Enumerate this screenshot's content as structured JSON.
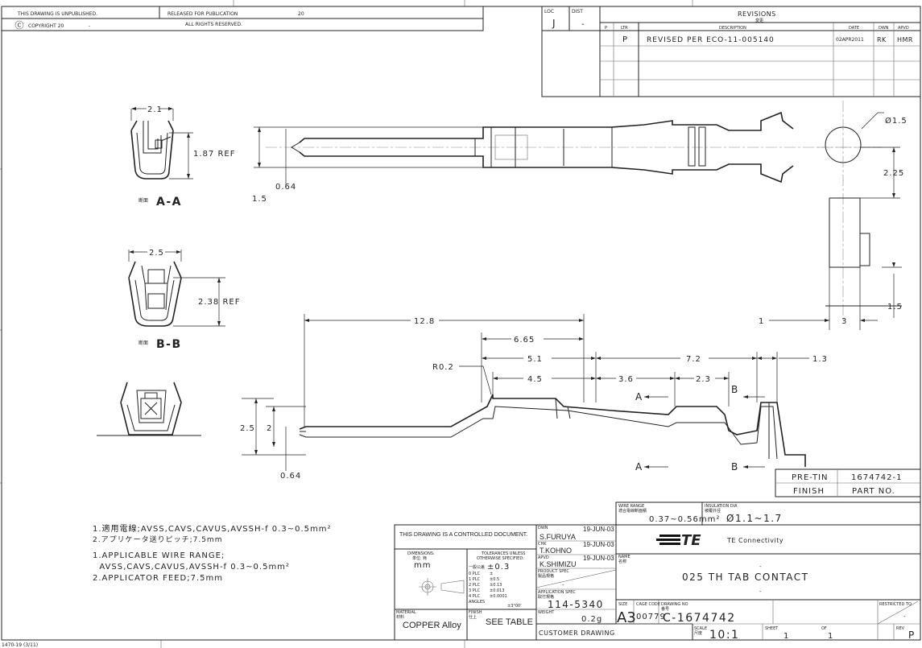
{
  "header": {
    "unpublished": "THIS DRAWING IS UNPUBLISHED.",
    "released": "RELEASED FOR PUBLICATION",
    "released_year": "20",
    "copyright_symbol": "C",
    "copyright": "COPYRIGHT 20",
    "copyright_dash": "-",
    "rights": "ALL RIGHTS RESERVED."
  },
  "revisions": {
    "loc_label": "LOC",
    "loc": "J",
    "dist_label": "DIST",
    "dist": "-",
    "title": "REVISIONS",
    "title_jp": "変更",
    "columns": [
      "P",
      "LTR",
      "DESCRIPTION",
      "DATE",
      "DWN",
      "APVD"
    ],
    "rows": [
      {
        "ltr": "P",
        "description": "REVISED PER ECO-11-005140",
        "date": "02APR2011",
        "dwn": "RK",
        "apvd": "HMR"
      }
    ]
  },
  "dimensions": [
    "2.1",
    "1.87 REF",
    "0.64",
    "1.5",
    "Ø1.5",
    "2.25",
    "2.5",
    "2.38 REF",
    "12.8",
    "6.65",
    "5.1",
    "R0.2",
    "4.5",
    "3.6",
    "7.2",
    "2.3",
    "1.3",
    "1",
    "3",
    "1.5",
    "2.5",
    "2",
    "0.64"
  ],
  "sections": {
    "prefix": "断面",
    "aa": "A-A",
    "bb": "B-B",
    "a": "A",
    "b": "B"
  },
  "finish_table": {
    "finish_value": "PRE-TIN",
    "part_value": "1674742-1",
    "finish_label": "FINISH",
    "part_label": "PART NO."
  },
  "notes": {
    "jp": [
      "1.適用電線;AVSS,CAVS,CAVUS,AVSSH-f 0.3~0.5mm²",
      "2.アプリケータ送りピッチ;7.5mm"
    ],
    "en": [
      "1.APPLICABLE WIRE RANGE;",
      "  AVSS,CAVS,CAVUS,AVSSH-f 0.3~0.5mm²",
      "2.APPLICATOR FEED;7.5mm"
    ]
  },
  "form_number": "1470-19 (3/11)",
  "title_block": {
    "wire_range_label": "WIRE RANGE",
    "wire_range_jp": "適合電線断面積",
    "wire_range": "0.37~0.56mm²",
    "insulation_label": "INSULATION DIA",
    "insulation_jp": "被覆外径",
    "insulation": "Ø1.1~1.7",
    "controlled": "THIS DRAWING IS A CONTROLLED DOCUMENT.",
    "dwn_label": "DWN",
    "dwn_name": "S.FURUYA",
    "dwn_date": "19-JUN-03",
    "chk_label": "CHK",
    "chk_name": "T.KOHNO",
    "chk_date": "19-JUN-03",
    "apvd_label": "APVD",
    "apvd_name": "K.SHIMIZU",
    "apvd_date": "19-JUN-03",
    "company_logo": "TE",
    "company": "TE Connectivity",
    "dimensions_label": "DIMENSIONS:",
    "dimensions_jp": "単位: 粍",
    "dimensions_unit": "mm",
    "tol_title1": "TOLERANCES UNLESS",
    "tol_title2": "OTHERWISE SPECIFIED:",
    "tol_general_jp": "一般公差",
    "tol_general": "±0.3",
    "tolerances": [
      {
        "label": "0 PLC",
        "value": "±"
      },
      {
        "label": "1 PLC",
        "value": "±0.5"
      },
      {
        "label": "2 PLC",
        "value": "±0.13"
      },
      {
        "label": "3 PLC",
        "value": "±0.013"
      },
      {
        "label": "4 PLC",
        "value": "±0.0001"
      },
      {
        "label": "ANGLES",
        "value": "±3°00'"
      }
    ],
    "name_label": "NAME",
    "name_jp": "名称",
    "name": "025 TH TAB CONTACT",
    "name_dash": "-",
    "product_spec_label": "PRODUCT SPEC",
    "product_spec_jp": "製品規格",
    "product_spec": "-",
    "app_spec_label": "APPLICATION SPEC",
    "app_spec_jp": "取付規格",
    "app_spec": "114-5340",
    "material_label": "MATERIAL",
    "material_jp": "材料",
    "material": "COPPER Alloy",
    "finish_label": "FINISH",
    "finish_jp": "仕上",
    "finish": "SEE TABLE",
    "weight_label": "WEIGHT",
    "weight": "0.2g",
    "size_label": "SIZE",
    "size": "A3",
    "cage_label": "CAGE CODE",
    "cage": "00779",
    "drawing_no_label": "DRAWING NO",
    "drawing_no_jp": "番号",
    "drawing_no": "C-1674742",
    "restricted_label": "RESTRICTED TO",
    "restricted": "-",
    "customer_drawing": "CUSTOMER DRAWING",
    "scale_label": "SCALE",
    "scale_jp": "尺度",
    "scale": "10:1",
    "sheet_label": "SHEET",
    "sheet": "1",
    "of_label": "OF",
    "of": "1",
    "rev_label": "REV",
    "rev": "P"
  }
}
